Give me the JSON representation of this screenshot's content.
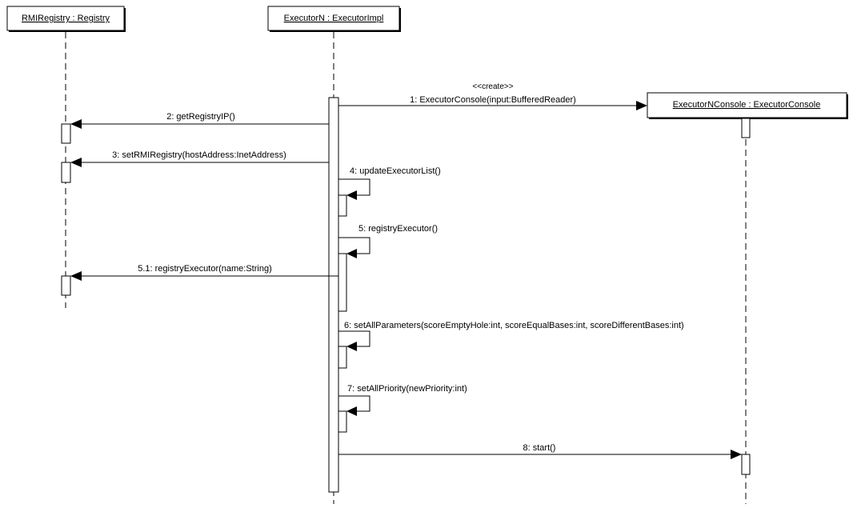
{
  "objects": {
    "registry": "RMIRegistry : Registry",
    "executor": "ExecutorN : ExecutorImpl",
    "console": "ExecutorNConsole : ExecutorConsole"
  },
  "messages": {
    "m1_stereotype": "<<create>>",
    "m1": "1: ExecutorConsole(input:BufferedReader)",
    "m2": "2: getRegistryIP()",
    "m3": "3: setRMIRegistry(hostAddress:InetAddress)",
    "m4": "4: updateExecutorList()",
    "m5": "5: registryExecutor()",
    "m51": "5.1: registryExecutor(name:String)",
    "m6": "6: setAllParameters(scoreEmptyHole:int, scoreEqualBases:int, scoreDifferentBases:int)",
    "m7": "7: setAllPriority(newPriority:int)",
    "m8": "8: start()"
  }
}
